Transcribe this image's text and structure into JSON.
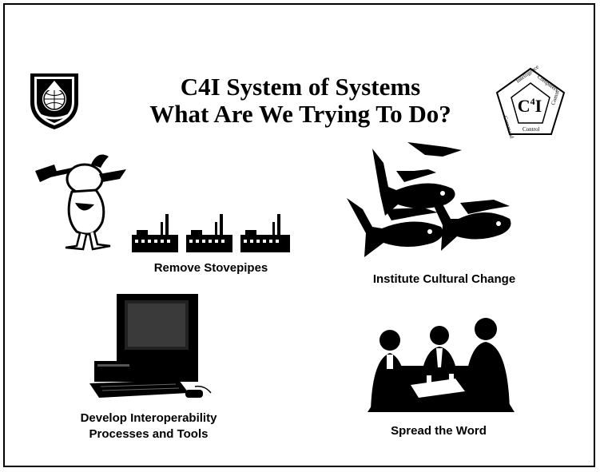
{
  "slide": {
    "title_line1": "C4I System of Systems",
    "title_line2": "What Are We Trying To Do?",
    "captions": {
      "remove_stovepipes": "Remove Stovepipes",
      "cultural_change": "Institute Cultural Change",
      "develop_line1": "Develop Interoperability",
      "develop_line2": "Processes and Tools",
      "spread_word": "Spread the Word"
    },
    "badge": {
      "main": "C",
      "superscript": "4",
      "suffix": "I",
      "ring_labels": [
        "Intelligence",
        "Computers",
        "Comm",
        "Control",
        "Command"
      ]
    }
  },
  "colors": {
    "ink": "#000000",
    "paper": "#ffffff"
  },
  "icons": {
    "left_emblem": "electronic-systems-center-seal-icon",
    "right_emblem": "c4i-pentagon-badge-icon",
    "duck": "duck-with-hammer-icon",
    "factories": "factory-stovepipe-icon",
    "fish": "fish-school-icon",
    "computer": "desktop-computer-icon",
    "meeting": "business-meeting-icon"
  }
}
